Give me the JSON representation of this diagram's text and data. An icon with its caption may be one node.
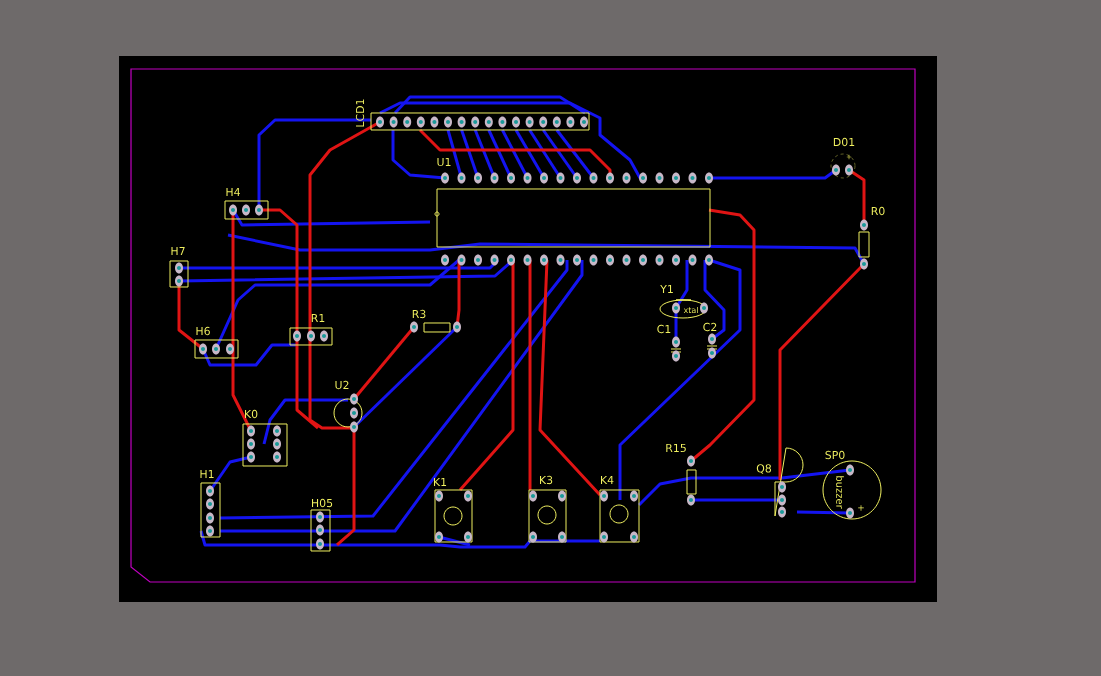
{
  "diagram": {
    "labels": [
      "LCD1",
      "U1",
      "D01",
      "+",
      "H4",
      "R0",
      "H7",
      "H6",
      "R1",
      "R3",
      "Y1",
      "xtal",
      "C1",
      "C2",
      "U2",
      "K0",
      "R15",
      "H1",
      "K1",
      "K3",
      "K4",
      "Q8",
      "SP0",
      "buzzer",
      "+",
      "H05"
    ]
  }
}
